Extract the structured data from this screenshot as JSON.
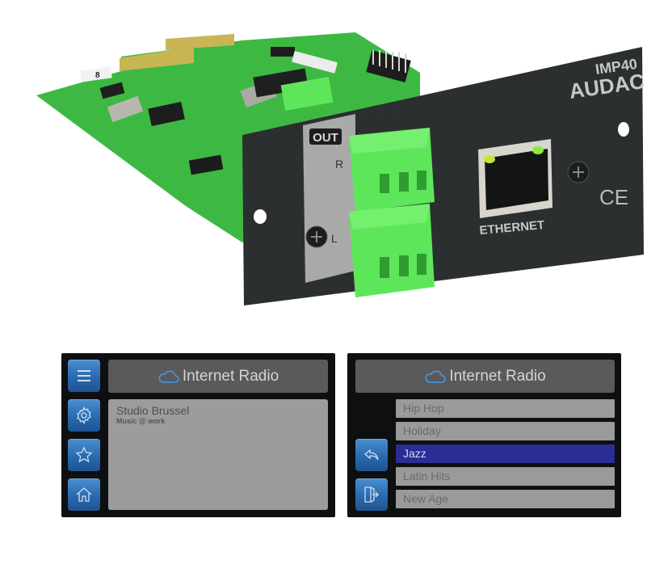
{
  "product": {
    "model": "IMP40",
    "brand": "AUDAC",
    "connector_label": "ETHERNET",
    "output_label": "OUT",
    "output_channels": [
      "R",
      "L"
    ],
    "terminal_markings": [
      "−",
      "+",
      "⊥"
    ],
    "certification": "CE",
    "pcb_sticker": "8",
    "colors": {
      "panel": "#2b2f2f",
      "pcb": "#3fbf45",
      "terminal": "#5ee65a",
      "label_plate": "#a9aaa8",
      "text_light": "#c5c9c6",
      "led": "#b8f03c"
    }
  },
  "screen_now_playing": {
    "title": "Internet Radio",
    "title_icon": "cloud-icon",
    "station": {
      "name": "Studio Brussel",
      "subtitle": "Music @ work"
    },
    "side_buttons": [
      {
        "name": "menu-button",
        "icon": "hamburger-menu-icon"
      },
      {
        "name": "settings-button",
        "icon": "gear-icon"
      },
      {
        "name": "favorites-button",
        "icon": "star-icon"
      },
      {
        "name": "home-button",
        "icon": "home-icon"
      }
    ]
  },
  "screen_genre_list": {
    "title": "Internet Radio",
    "title_icon": "cloud-icon",
    "items": [
      {
        "label": "Hip Hop",
        "selected": false
      },
      {
        "label": "Holiday",
        "selected": false
      },
      {
        "label": "Jazz",
        "selected": true
      },
      {
        "label": "Latin Hits",
        "selected": false
      },
      {
        "label": "New Age",
        "selected": false
      }
    ],
    "side_buttons": [
      {
        "name": "back-button",
        "icon": "back-arrow-icon"
      },
      {
        "name": "exit-button",
        "icon": "exit-door-icon"
      }
    ]
  },
  "ui_colors": {
    "button_blue": "#2f70b4",
    "title_bar": "#5a5a5a",
    "content_bg": "#9c9c9c",
    "selected": "#2b2d96",
    "cloud": "#4a8fd6"
  }
}
